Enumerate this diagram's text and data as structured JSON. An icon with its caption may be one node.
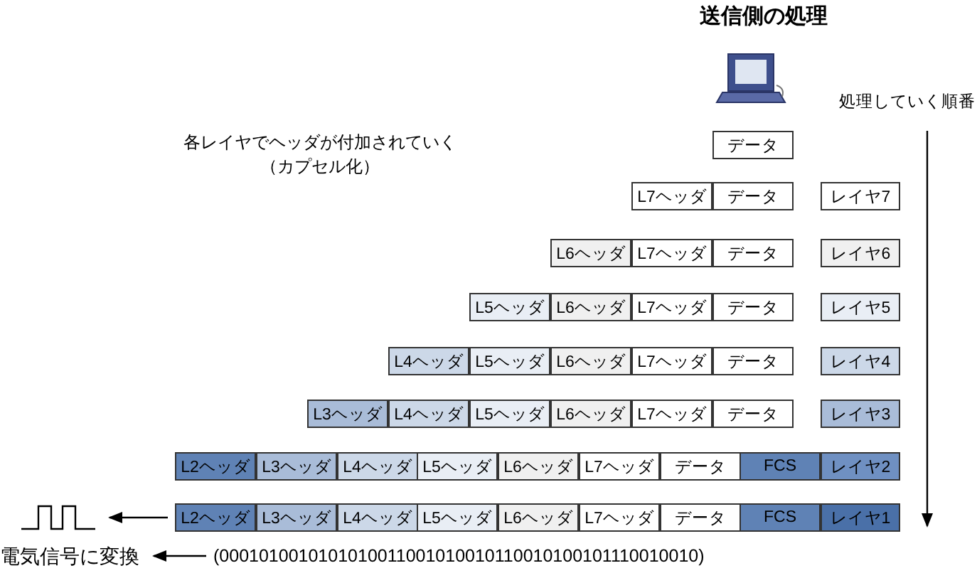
{
  "diagram": {
    "title": "送信側の処理",
    "nodes": [
      {
        "text": [
          "データ"
        ]
      },
      {
        "text": [
          "L7ヘッダ"
        ]
      },
      {
        "text": [
          "データ"
        ]
      },
      {
        "text": [
          "レイヤ7"
        ]
      },
      {
        "text": [
          "L6ヘッダ"
        ]
      },
      {
        "text": [
          "L7ヘッダ"
        ]
      },
      {
        "text": [
          "データ"
        ]
      },
      {
        "text": [
          "レイヤ6"
        ]
      },
      {
        "text": [
          "L5ヘッダ"
        ]
      },
      {
        "text": [
          "L6ヘッダ"
        ]
      },
      {
        "text": [
          "L7ヘッダ"
        ]
      },
      {
        "text": [
          "データ"
        ]
      },
      {
        "text": [
          "レイヤ5"
        ]
      },
      {
        "text": [
          "L4ヘッダ"
        ]
      },
      {
        "text": [
          "L5ヘッダ"
        ]
      },
      {
        "text": [
          "L6ヘッダ"
        ]
      },
      {
        "text": [
          "L7ヘッダ"
        ]
      },
      {
        "text": [
          "データ"
        ]
      },
      {
        "text": [
          "レイヤ4"
        ]
      },
      {
        "text": [
          "L3ヘッダ"
        ]
      },
      {
        "text": [
          "L4ヘッダ"
        ]
      },
      {
        "text": [
          "L5ヘッダ"
        ]
      },
      {
        "text": [
          "L6ヘッダ"
        ]
      },
      {
        "text": [
          "L7ヘッダ"
        ]
      },
      {
        "text": [
          "データ"
        ]
      },
      {
        "text": [
          "レイヤ3"
        ]
      },
      {
        "text": [
          "L2ヘッダ"
        ]
      },
      {
        "text": [
          "L3ヘッダ"
        ]
      },
      {
        "text": [
          "L4ヘッダ"
        ]
      },
      {
        "text": [
          "L5ヘッダ"
        ]
      },
      {
        "text": [
          "L6ヘッダ"
        ]
      },
      {
        "text": [
          "L7ヘッダ"
        ]
      },
      {
        "text": [
          "データ"
        ]
      },
      {
        "text": [
          "FCS"
        ]
      },
      {
        "text": [
          "レイヤ2"
        ]
      },
      {
        "text": [],
        "shape": "signal"
      },
      {
        "text": [
          "L2ヘッダ"
        ]
      },
      {
        "text": [
          "L3ヘッダ"
        ]
      },
      {
        "text": [
          "L4ヘッダ"
        ]
      },
      {
        "text": [
          "L5ヘッダ"
        ]
      },
      {
        "text": [
          "L6ヘッダ"
        ]
      },
      {
        "text": [
          "L7ヘッダ"
        ]
      },
      {
        "text": [
          "データ"
        ]
      },
      {
        "text": [
          "FCS"
        ]
      },
      {
        "text": [
          "レイヤ1"
        ]
      },
      {
        "text": [
          "電気信号に変換"
        ]
      },
      {
        "text": [
          "(0001010010101010011001010010110010100101110010010)"
        ]
      }
    ],
    "edges": [
      {
        "from": 36,
        "to": 35,
        "arrow": "to"
      },
      {
        "from": 46,
        "to": 45,
        "arrow": "to"
      }
    ],
    "labels": [
      "処理していく順番",
      "各レイヤでヘッダが付加されていく（カプセル化）"
    ]
  }
}
